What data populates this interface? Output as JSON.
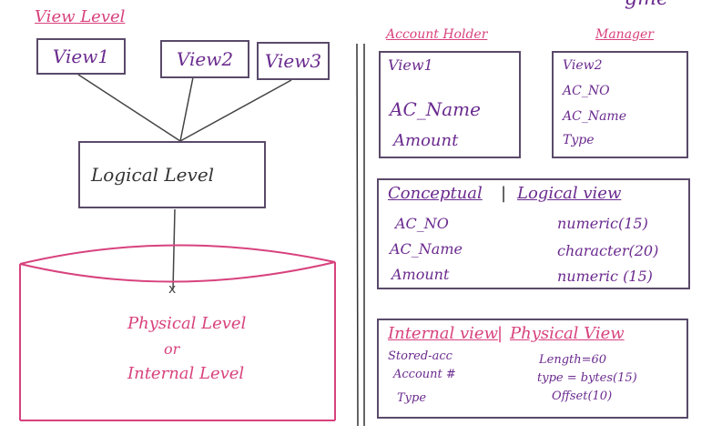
{
  "header_fragment": "gme",
  "left": {
    "view_level_title": "View Level",
    "views": [
      "View1",
      "View2",
      "View3"
    ],
    "logical_level": "Logical Level",
    "physical_level": "Physical Level",
    "or": "or",
    "internal_level": "Internal Level"
  },
  "account_holder": {
    "title": "Account Holder",
    "lines": [
      "View1",
      "AC_Name",
      "Amount"
    ]
  },
  "manager": {
    "title": "Manager",
    "lines": [
      "View2",
      "AC_NO",
      "AC_Name",
      "Type"
    ]
  },
  "conceptual": {
    "title_left": "Conceptual",
    "separator": "|",
    "title_right": "Logical view",
    "rows": [
      {
        "name": "AC_NO",
        "type": "numeric(15)"
      },
      {
        "name": "AC_Name",
        "type": "character(20)"
      },
      {
        "name": "Amount",
        "type": "numeric (15)"
      }
    ]
  },
  "internal": {
    "title_left": "Internal view",
    "separator": "|",
    "title_right": "Physical View",
    "rows": [
      {
        "left": "Stored-acc",
        "right": "Length=60"
      },
      {
        "left": "Account #",
        "right": "type = bytes(15)"
      },
      {
        "left": "Type",
        "right": "Offset(10)"
      }
    ]
  },
  "colors": {
    "purple": "#6a2a8e",
    "pink": "#d8427d",
    "line": "#5a4a6a"
  }
}
